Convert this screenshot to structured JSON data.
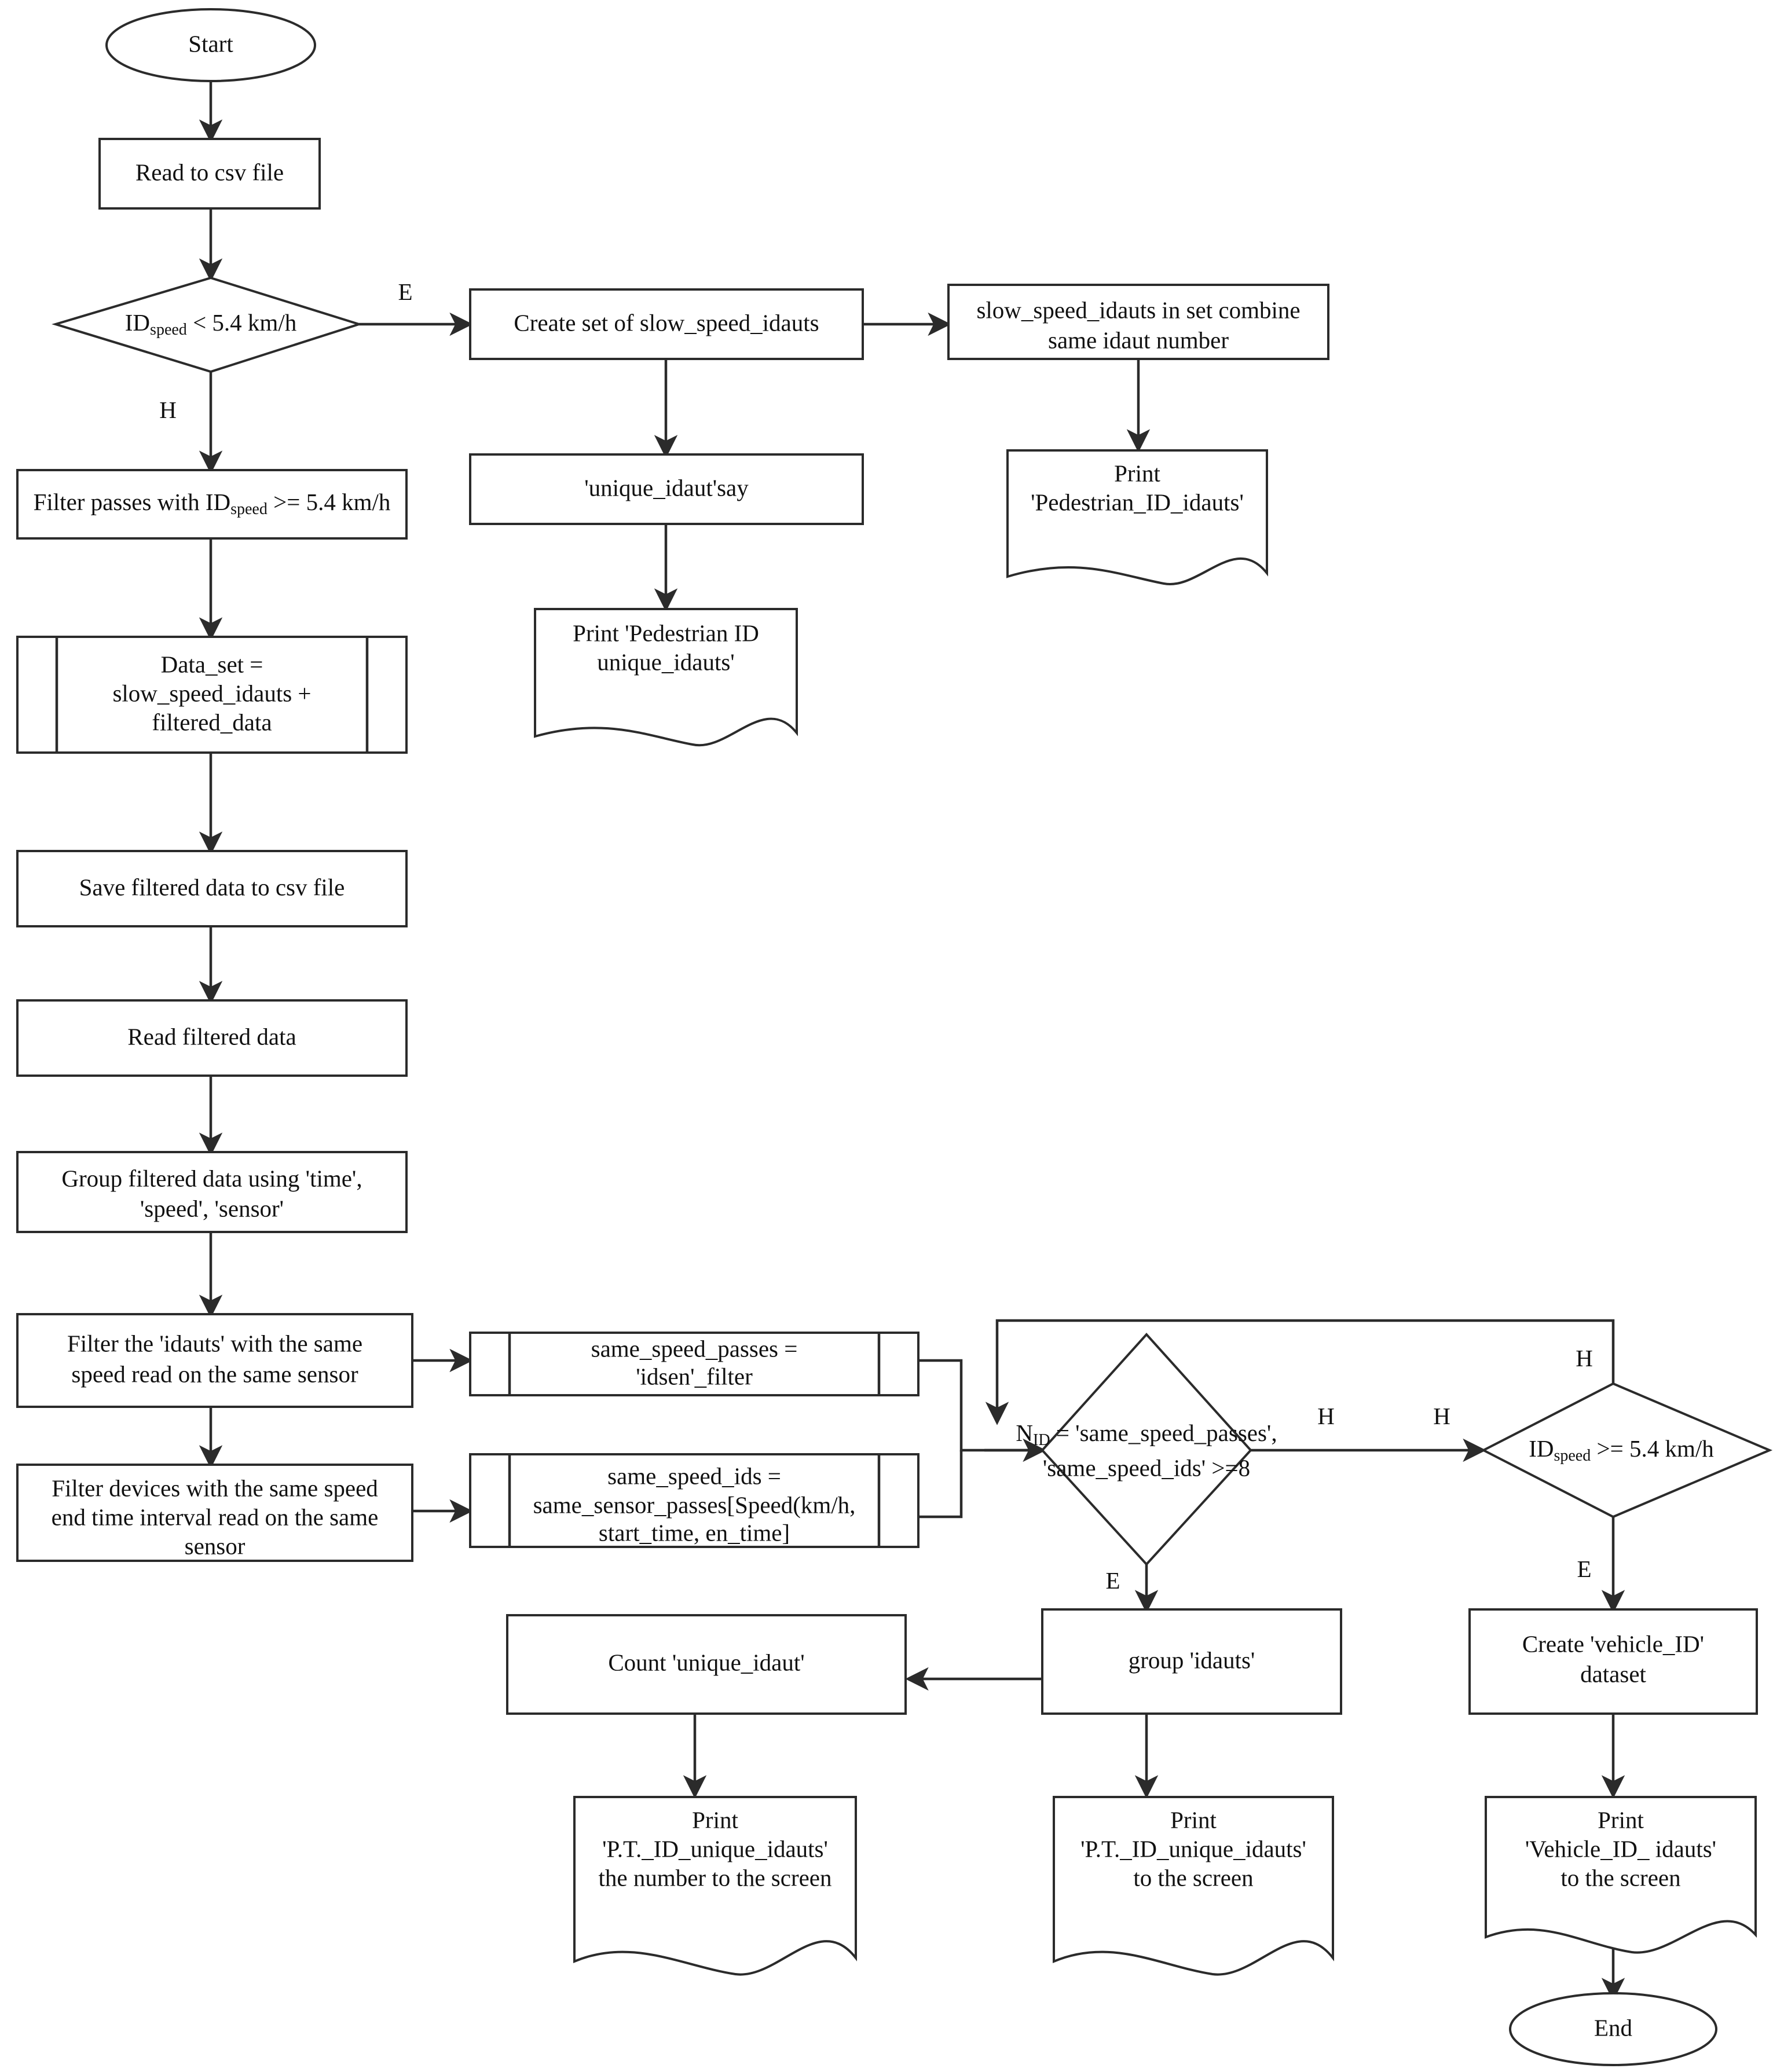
{
  "diagram": {
    "title": "Pedestrian / Vehicle ID classification flowchart",
    "stroke_color": "#2b2b2b",
    "fill_color": "#ffffff",
    "text_color": "#111111"
  },
  "nodes": {
    "start": {
      "label": "Start",
      "shape": "terminator"
    },
    "read_csv": {
      "label": "Read to csv file",
      "shape": "process"
    },
    "dec_speed_lt": {
      "label_pre": "ID",
      "label_sub": "speed",
      "label_post": " < 5.4 km/h",
      "shape": "decision"
    },
    "create_set": {
      "label": "Create set of slow_speed_idauts",
      "shape": "process"
    },
    "combine_set": {
      "line1": "slow_speed_idauts in set combine",
      "line2": "same idaut number",
      "shape": "process"
    },
    "print_ped_id_idauts": {
      "line1": "Print",
      "line2": "'Pedestrian_ID_idauts'",
      "shape": "document"
    },
    "unique_idaut_say": {
      "label": "'unique_idaut'say",
      "shape": "process"
    },
    "print_ped_unique": {
      "line1": "Print 'Pedestrian ID",
      "line2": "unique_idauts'",
      "shape": "document"
    },
    "filter_passes": {
      "label_pre": "Filter passes with ID",
      "label_sub": "speed",
      "label_post": " >= 5.4 km/h",
      "shape": "process"
    },
    "data_set": {
      "line1": "Data_set =",
      "line2": "slow_speed_idauts +",
      "line3": "filtered_data",
      "shape": "predefined-process"
    },
    "save_filtered": {
      "label": "Save filtered data to csv file",
      "shape": "process"
    },
    "read_filtered": {
      "label": "Read filtered data",
      "shape": "process"
    },
    "group_filtered": {
      "line1": "Group filtered data using 'time',",
      "line2": "'speed', 'sensor'",
      "shape": "process"
    },
    "filter_idauts": {
      "line1": "Filter the 'idauts' with the same",
      "line2": "speed read on the same sensor",
      "shape": "process"
    },
    "filter_devices": {
      "line1": "Filter devices with the same speed",
      "line2": "end time interval read on the same",
      "line3": "sensor",
      "shape": "process"
    },
    "same_speed_passes": {
      "line1": "same_speed_passes =",
      "line2": "'idsen'_filter",
      "shape": "predefined-process"
    },
    "same_speed_ids": {
      "line1": "same_speed_ids =",
      "line2": "same_sensor_passes[Speed(km/h,",
      "line3": "start_time, en_time]",
      "shape": "predefined-process"
    },
    "dec_nid": {
      "label_pre": "N",
      "label_sub": "ID",
      "line1_post": " = 'same_speed_passes',",
      "line2": "'same_speed_ids'  >=8",
      "shape": "decision"
    },
    "dec_speed_ge": {
      "label_pre": "ID",
      "label_sub": "speed",
      "label_post": " >= 5.4 km/h",
      "shape": "decision"
    },
    "group_idauts": {
      "label": "group 'idauts'",
      "shape": "process"
    },
    "count_unique": {
      "label": "Count 'unique_idaut'",
      "shape": "process"
    },
    "create_vehicle": {
      "line1": "Create 'vehicle_ID'",
      "line2": "dataset",
      "shape": "process"
    },
    "print_pt_count": {
      "line1": "Print",
      "line2": "'P.T._ID_unique_idauts'",
      "line3": "the number to the screen",
      "shape": "document"
    },
    "print_pt_screen": {
      "line1": "Print",
      "line2": "'P.T._ID_unique_idauts'",
      "line3": "to the screen",
      "shape": "document"
    },
    "print_vehicle": {
      "line1": "Print",
      "line2": "'Vehicle_ID_ idauts'",
      "line3": "to the screen",
      "shape": "document"
    },
    "end": {
      "label": "End",
      "shape": "terminator"
    }
  },
  "edge_labels": {
    "speed_lt_yes": "E",
    "speed_lt_no": "H",
    "nid_no": "H",
    "nid_yes": "E",
    "speed_ge_loop": "H",
    "speed_ge_in": "H",
    "speed_ge_yes": "E"
  }
}
